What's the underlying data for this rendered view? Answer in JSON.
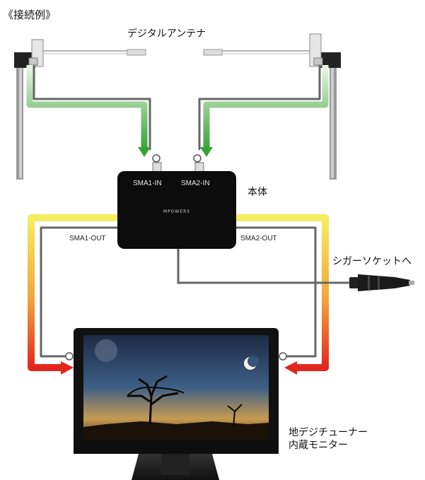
{
  "header": {
    "title": "《接続例》"
  },
  "labels": {
    "antenna": "デジタルアンテナ",
    "unit": "本体",
    "cigar": "シガーソケットへ",
    "monitor_line1": "地デジチューナー",
    "monitor_line2": "内蔵モニター"
  },
  "ports": {
    "in1": "SMA1-IN",
    "in2": "SMA2-IN",
    "out1": "SMA1-OUT",
    "out2": "SMA2-OUT"
  },
  "device": {
    "brand": "MPOWERS"
  },
  "colors": {
    "input_arrow_top": "#e8f5e0",
    "input_arrow_bottom": "#3aa53a",
    "output_arrow_top": "#f3ec5a",
    "output_arrow_mid": "#f3a03a",
    "output_arrow_bottom": "#e4271e",
    "cable": "#555555",
    "device_body": "#0c0c0c"
  },
  "icons": [
    "antenna-element-icon",
    "sma-connector-icon",
    "cigar-plug-icon",
    "monitor-icon"
  ]
}
